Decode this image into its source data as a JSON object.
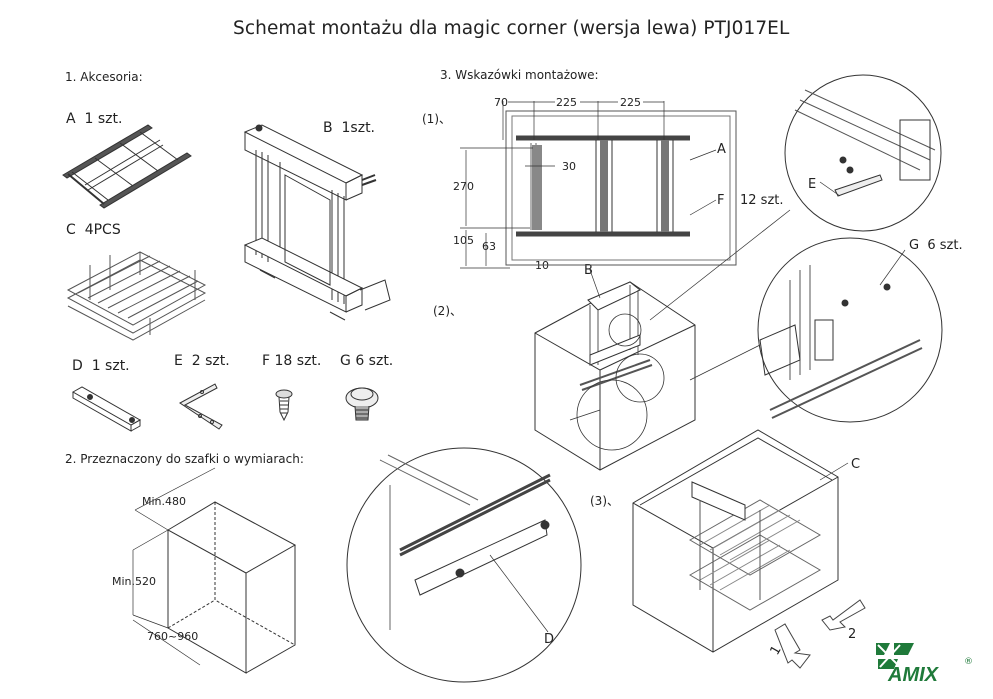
{
  "title": "Schemat montażu dla magic corner (wersja lewa) PTJ017EL",
  "sections": {
    "accessories": "1. Akcesoria:",
    "cabinet": "2. Przeznaczony do szafki o wymiarach:",
    "instructions": "3. Wskazówki montażowe:"
  },
  "parts": [
    {
      "letter": "A",
      "qty": "1 szt.",
      "icon": "pull-out-frame-icon"
    },
    {
      "letter": "B",
      "qty": "1szt.",
      "icon": "vertical-frame-icon"
    },
    {
      "letter": "C",
      "qty": "4PCS",
      "icon": "wire-basket-icon"
    },
    {
      "letter": "D",
      "qty": "1 szt.",
      "icon": "rail-bracket-icon"
    },
    {
      "letter": "E",
      "qty": "2 szt.",
      "icon": "angle-bracket-icon"
    },
    {
      "letter": "F",
      "qty": "18 szt.",
      "icon": "wood-screw-icon"
    },
    {
      "letter": "G",
      "qty": "6 szt.",
      "icon": "bolt-icon"
    }
  ],
  "cabinet_dims": {
    "depth": "Min.480",
    "height": "Min.520",
    "width": "760~960"
  },
  "steps": {
    "step1": "(1)、",
    "step2": "(2)、",
    "step3": "(3)、"
  },
  "plan_dims": {
    "d70": "70",
    "d225a": "225",
    "d225b": "225",
    "d30": "30",
    "d270": "270",
    "d105": "105",
    "d63": "63",
    "d10": "10"
  },
  "callouts": {
    "A": "A",
    "F": "F",
    "F_qty": "12 szt.",
    "B": "B",
    "E": "E",
    "G": "G",
    "G_qty": "6 szt.",
    "C": "C",
    "D": "D"
  },
  "arrows": {
    "first": "1",
    "second": "2"
  },
  "brand": {
    "name": "AMIX",
    "reg": "®",
    "color": "#1f7a3a"
  }
}
